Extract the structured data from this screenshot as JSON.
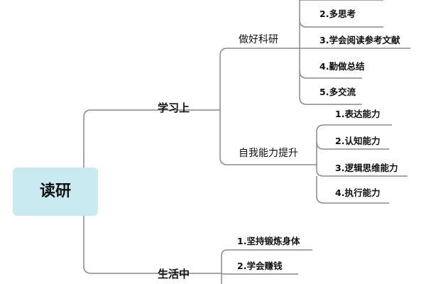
{
  "root": {
    "label": "读研"
  },
  "branches": {
    "study": {
      "label": "学习上",
      "research": {
        "label": "做好科研",
        "items": [
          "2.多思考",
          "3.学会阅读参考文献",
          "4.勤做总结",
          "5.多交流"
        ]
      },
      "self": {
        "label": "自我能力提升",
        "items": [
          "1.表达能力",
          "2.认知能力",
          "3.逻辑思维能力",
          "4.执行能力"
        ]
      }
    },
    "life": {
      "label": "生活中",
      "items": [
        "1.坚持锻炼身体",
        "2.学会赚钱"
      ]
    }
  },
  "colors": {
    "root_fill": "#c8eaf0",
    "edge": "#8a8a8a",
    "background": "#ffffff"
  }
}
